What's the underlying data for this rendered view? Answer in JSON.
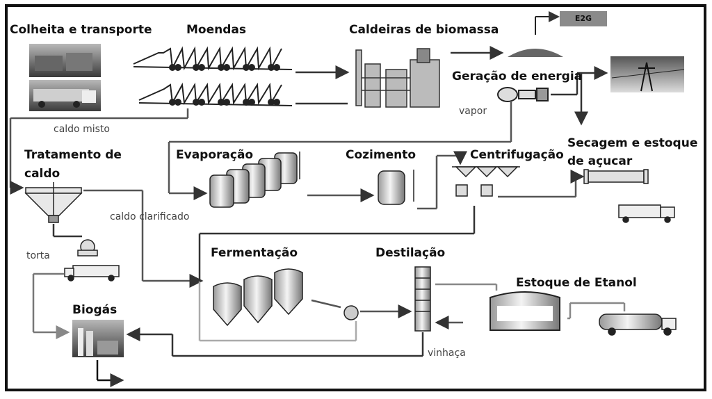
{
  "labels": {
    "harvest": "Colheita e transporte",
    "mills": "Moendas",
    "boilers": "Caldeiras de biomassa",
    "e2g": "E2G",
    "power": "Geração de energia",
    "steam": "vapor",
    "mixed_juice": "caldo misto",
    "treatment_l1": "Tratamento de",
    "treatment_l2": "caldo",
    "evaporation": "Evaporação",
    "cooking": "Cozimento",
    "centrifuge": "Centrifugação",
    "drying_l1": "Secagem e estoque",
    "drying_l2": "de açucar",
    "clarified_juice": "caldo clarificado",
    "filter_cake": "torta",
    "fermentation": "Fermentação",
    "distillation": "Destilação",
    "ethanol_storage": "Estoque de Etanol",
    "biogas": "Biogás",
    "vinasse": "vinhaça"
  }
}
